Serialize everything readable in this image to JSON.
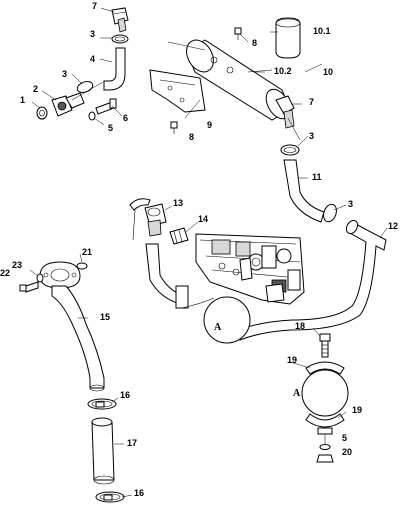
{
  "callouts": {
    "c1": "1",
    "c2": "2",
    "c3a": "3",
    "c3b": "3",
    "c3c": "3",
    "c3d": "3",
    "c4": "4",
    "c5a": "5",
    "c5b": "5",
    "c6": "6",
    "c7a": "7",
    "c7b": "7",
    "c8a": "8",
    "c8b": "8",
    "c9": "9",
    "c10": "10",
    "c10_1": "10.1",
    "c10_2": "10.2",
    "c11": "11",
    "c12": "12",
    "c13": "13",
    "c14": "14",
    "c15": "15",
    "c16a": "16",
    "c16b": "16",
    "c17": "17",
    "c18": "18",
    "c19a": "19",
    "c19b": "19",
    "c20": "20",
    "c21": "21",
    "c22": "22",
    "c23": "23"
  },
  "detail_marks": {
    "a1": "A",
    "a2": "A"
  }
}
